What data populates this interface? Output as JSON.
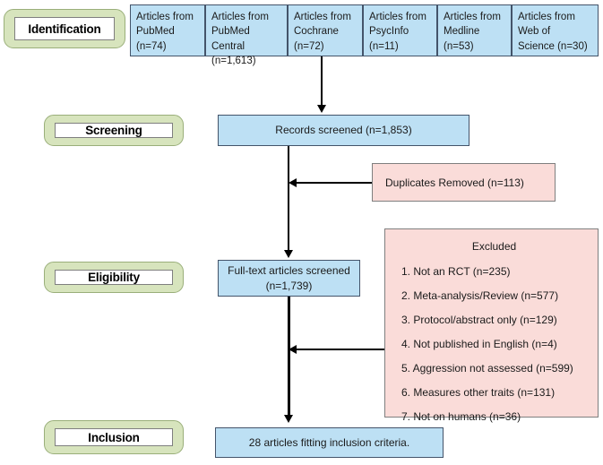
{
  "diagram": {
    "title": "PRISMA flow diagram",
    "colors": {
      "stage_fill": "#d7e4bd",
      "stage_border": "#9aaf7a",
      "box_fill": "#bde0f4",
      "box_border": "#44546a",
      "exclusion_fill": "#fadcd9",
      "exclusion_border": "#7f7f7f",
      "arrow": "#000000",
      "background": "#ffffff"
    }
  },
  "stages": [
    {
      "label": "Identification"
    },
    {
      "label": "Screening"
    },
    {
      "label": "Eligibility"
    },
    {
      "label": "Inclusion"
    }
  ],
  "sources": [
    {
      "line1": "Articles from",
      "line2": "PubMed",
      "line3": "(n=74)"
    },
    {
      "line1": "Articles from",
      "line2": "PubMed Central",
      "line3": "(n=1,613)"
    },
    {
      "line1": "Articles from",
      "line2": "Cochrane",
      "line3": "(n=72)"
    },
    {
      "line1": "Articles from",
      "line2": "PsycInfo",
      "line3": "(n=11)"
    },
    {
      "line1": "Articles from",
      "line2": "Medline",
      "line3": "(n=53)"
    },
    {
      "line1": "Articles from",
      "line2": "Web of",
      "line3": "Science (n=30)"
    }
  ],
  "screened": {
    "label": "Records screened (n=1,853)"
  },
  "duplicates": {
    "label": "Duplicates Removed (n=113)"
  },
  "fulltext": {
    "line1": "Full-text articles screened",
    "line2": "(n=1,739)"
  },
  "excluded": {
    "title": "Excluded",
    "items": [
      "1. Not an RCT (n=235)",
      "2. Meta-analysis/Review (n=577)",
      "3. Protocol/abstract only (n=129)",
      "4. Not published in English (n=4)",
      "5. Aggression not assessed (n=599)",
      "6. Measures other traits (n=131)",
      "7. Not on humans (n=36)"
    ]
  },
  "included": {
    "label": "28 articles fitting inclusion criteria."
  }
}
